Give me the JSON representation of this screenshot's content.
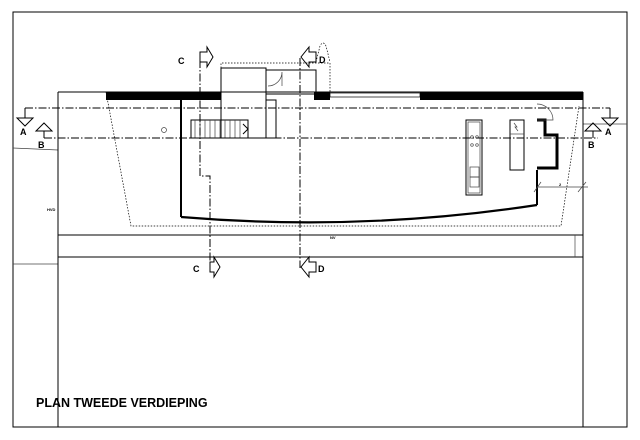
{
  "drawing": {
    "title": "PLAN TWEEDE VERDIEPING",
    "sections": {
      "a": "A",
      "b": "B",
      "c": "C",
      "d": "D"
    },
    "labels": {
      "hvd": "HVD",
      "nv": "NV",
      "dimension": "2"
    }
  }
}
